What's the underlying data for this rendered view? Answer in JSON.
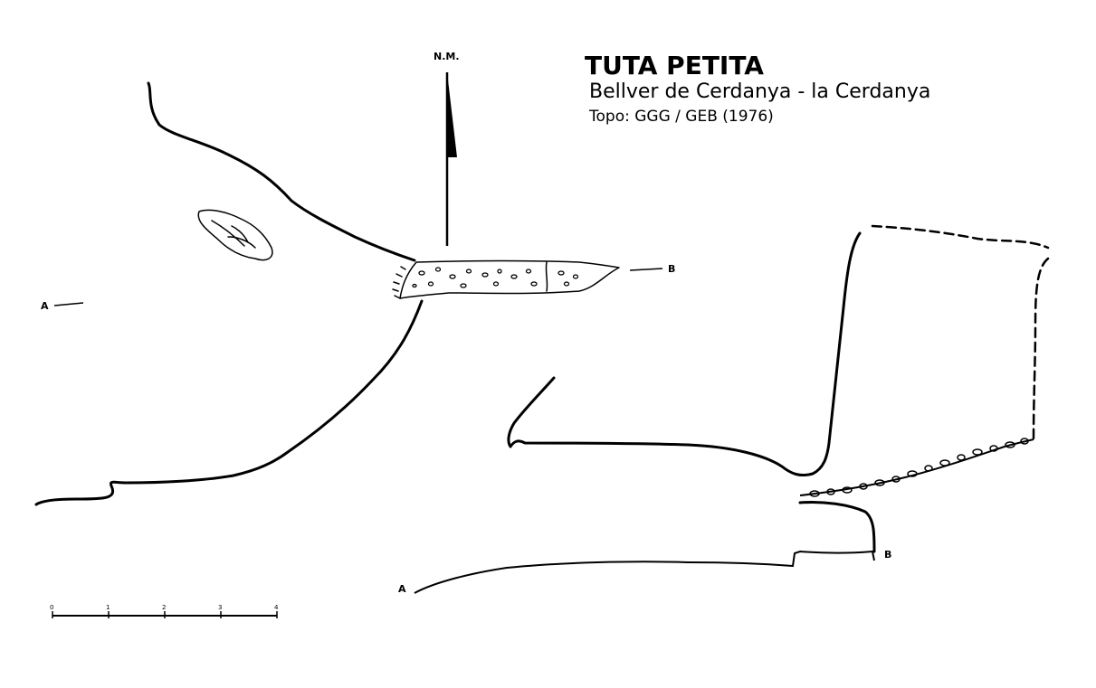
{
  "title": "TUTA PETITA",
  "location": "Bellver de Cerdanya - la Cerdanya",
  "topo": "Topo: GGG / GEB  (1976)",
  "north_label": "N.M.",
  "section_labels": {
    "plan_a": "A",
    "plan_b": "B",
    "profile_a": "A",
    "profile_b": "B"
  },
  "scale_ticks": [
    "0",
    "1",
    "2",
    "3",
    "4"
  ]
}
